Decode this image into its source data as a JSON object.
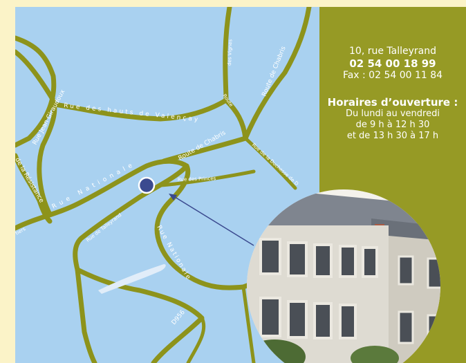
{
  "contact": {
    "address": "10, rue Talleyrand",
    "phone": "02 54 00 18 99",
    "fax": "Fax : 02 54 00 11 84",
    "hours_title": "Horaires d’ouverture :",
    "hours_line1": "Du lundi au vendredi",
    "hours_line2": "de 9 h à 12 h 30",
    "hours_line3": "et de 13 h 30 à 17 h"
  },
  "map": {
    "streets": {
      "jean_giraudoux": "Rue Jean Giraudoux",
      "hauts_valencay": "Rue des hauts de Valençay",
      "vignes": "des Vignes",
      "route": "Route",
      "route_chabris_top": "Route de Chabris",
      "route_chabris_mid": "Route de Chabris",
      "resistance": "de la Résistance",
      "duchesse": "Rue de la Duchesse de D",
      "princes": "Rue des Princes",
      "rue_nationale_w": "Rue Nationale",
      "talleyrand": "Rue de Talleyrand",
      "rue_nationale_s": "Rue Nationale",
      "d956": "D956",
      "tiers": "tiers"
    },
    "location_marker": "location-pin"
  },
  "colors": {
    "page_bg": "#fbf3c8",
    "map_bg": "#a9d1f0",
    "road": "#8d931b",
    "panel": "#969a25",
    "marker": "#3b4a8f"
  }
}
